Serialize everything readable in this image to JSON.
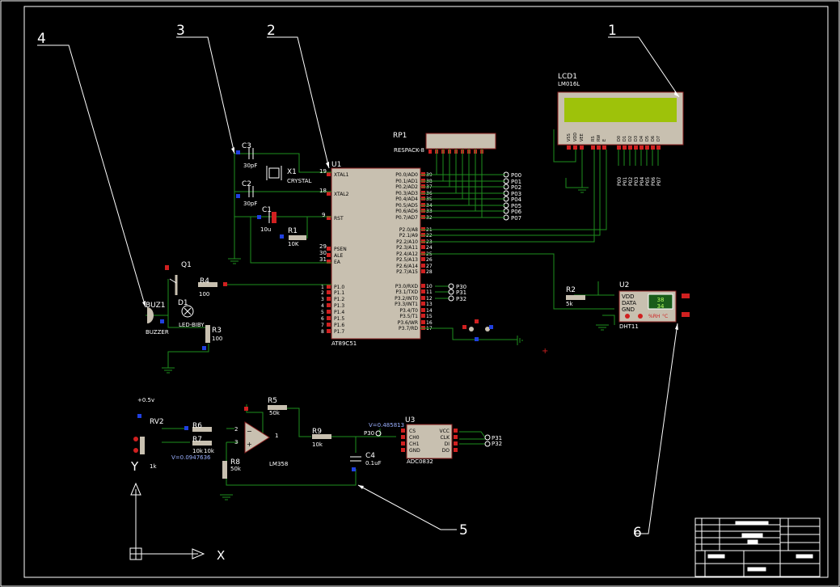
{
  "callouts": [
    "1",
    "2",
    "3",
    "4",
    "5",
    "6"
  ],
  "axis": {
    "x": "X",
    "y": "Y"
  },
  "lcd": {
    "ref": "LCD1",
    "model": "LM016L",
    "pins": [
      "VSS",
      "VDD",
      "VEE",
      "RS",
      "RW",
      "E",
      "D0",
      "D1",
      "D2",
      "D3",
      "D4",
      "D5",
      "D6",
      "D7"
    ],
    "nets": [
      "P00",
      "P01",
      "P02",
      "P03",
      "P04",
      "P05",
      "P06",
      "P07"
    ],
    "screen_color": "#9ec20a"
  },
  "rp1": {
    "ref": "RP1",
    "model": "RESPACK-8"
  },
  "mcu": {
    "ref": "U1",
    "model": "AT89C51",
    "left_pins": [
      "XTAL1",
      "XTAL2",
      "RST",
      "PSEN",
      "ALE",
      "EA",
      "P1.0",
      "P1.1",
      "P1.2",
      "P1.3",
      "P1.4",
      "P1.5",
      "P1.6",
      "P1.7"
    ],
    "left_nums": [
      "19",
      "18",
      "9",
      "29",
      "30",
      "31",
      "1",
      "2",
      "3",
      "4",
      "5",
      "6",
      "7",
      "8"
    ],
    "right_pins": [
      "P0.0/AD0",
      "P0.1/AD1",
      "P0.2/AD2",
      "P0.3/AD3",
      "P0.4/AD4",
      "P0.5/AD5",
      "P0.6/AD6",
      "P0.7/AD7",
      "P2.0/A8",
      "P2.1/A9",
      "P2.2/A10",
      "P2.3/A11",
      "P2.4/A12",
      "P2.5/A13",
      "P2.6/A14",
      "P2.7/A15",
      "P3.0/RXD",
      "P3.1/TXD",
      "P3.2/INT0",
      "P3.3/INT1",
      "P3.4/T0",
      "P3.5/T1",
      "P3.6/WR",
      "P3.7/RD"
    ],
    "right_nums": [
      "39",
      "38",
      "37",
      "36",
      "35",
      "34",
      "33",
      "32",
      "21",
      "22",
      "23",
      "24",
      "25",
      "26",
      "27",
      "28",
      "10",
      "11",
      "12",
      "13",
      "14",
      "15",
      "16",
      "17"
    ]
  },
  "p0_nets": [
    "P00",
    "P01",
    "P02",
    "P03",
    "P04",
    "P05",
    "P06",
    "P07"
  ],
  "p3_nets": [
    "P30",
    "P31",
    "P32"
  ],
  "parts": {
    "x1": {
      "ref": "X1",
      "model": "CRYSTAL"
    },
    "c3": {
      "ref": "C3",
      "value": "30pF"
    },
    "c2": {
      "ref": "C2",
      "value": "30pF"
    },
    "c1": {
      "ref": "C1",
      "value": "10u"
    },
    "r1": {
      "ref": "R1",
      "value": "10K"
    },
    "q1": {
      "ref": "Q1"
    },
    "r4": {
      "ref": "R4",
      "value": "100"
    },
    "d1": {
      "ref": "D1",
      "model": "LED-BIBY"
    },
    "buz": {
      "ref": "BUZ1",
      "model": "BUZZER"
    },
    "r3": {
      "ref": "R3",
      "value": "100"
    },
    "r2": {
      "ref": "R2",
      "value": "5k"
    },
    "u2": {
      "ref": "U2",
      "model": "DHT11",
      "pins": [
        "VDD",
        "DATA",
        "GND"
      ],
      "lcd_top": "38",
      "lcd_bottom": "34",
      "rh": "%RH",
      "temp": "°C"
    },
    "rv2": {
      "ref": "RV2",
      "supply": "+0.5v",
      "value": "1k",
      "voltage": "V=0.0947636"
    },
    "r6": {
      "ref": "R6",
      "value": "10k"
    },
    "r7": {
      "ref": "R7",
      "value": "10k"
    },
    "r5": {
      "ref": "R5",
      "value": "50k"
    },
    "r8": {
      "ref": "R8",
      "value": "50k"
    },
    "opamp": {
      "model": "LM358"
    },
    "r9": {
      "ref": "R9",
      "value": "10k"
    },
    "c4": {
      "ref": "C4",
      "value": "0.1uF",
      "voltage": "V=0.485813"
    },
    "u3": {
      "ref": "U3",
      "model": "ADC0832",
      "left": [
        "CS",
        "CH0",
        "CH1",
        "GND"
      ],
      "right": [
        "VCC",
        "CLK",
        "DI",
        "DO"
      ],
      "p30": "P30"
    }
  }
}
